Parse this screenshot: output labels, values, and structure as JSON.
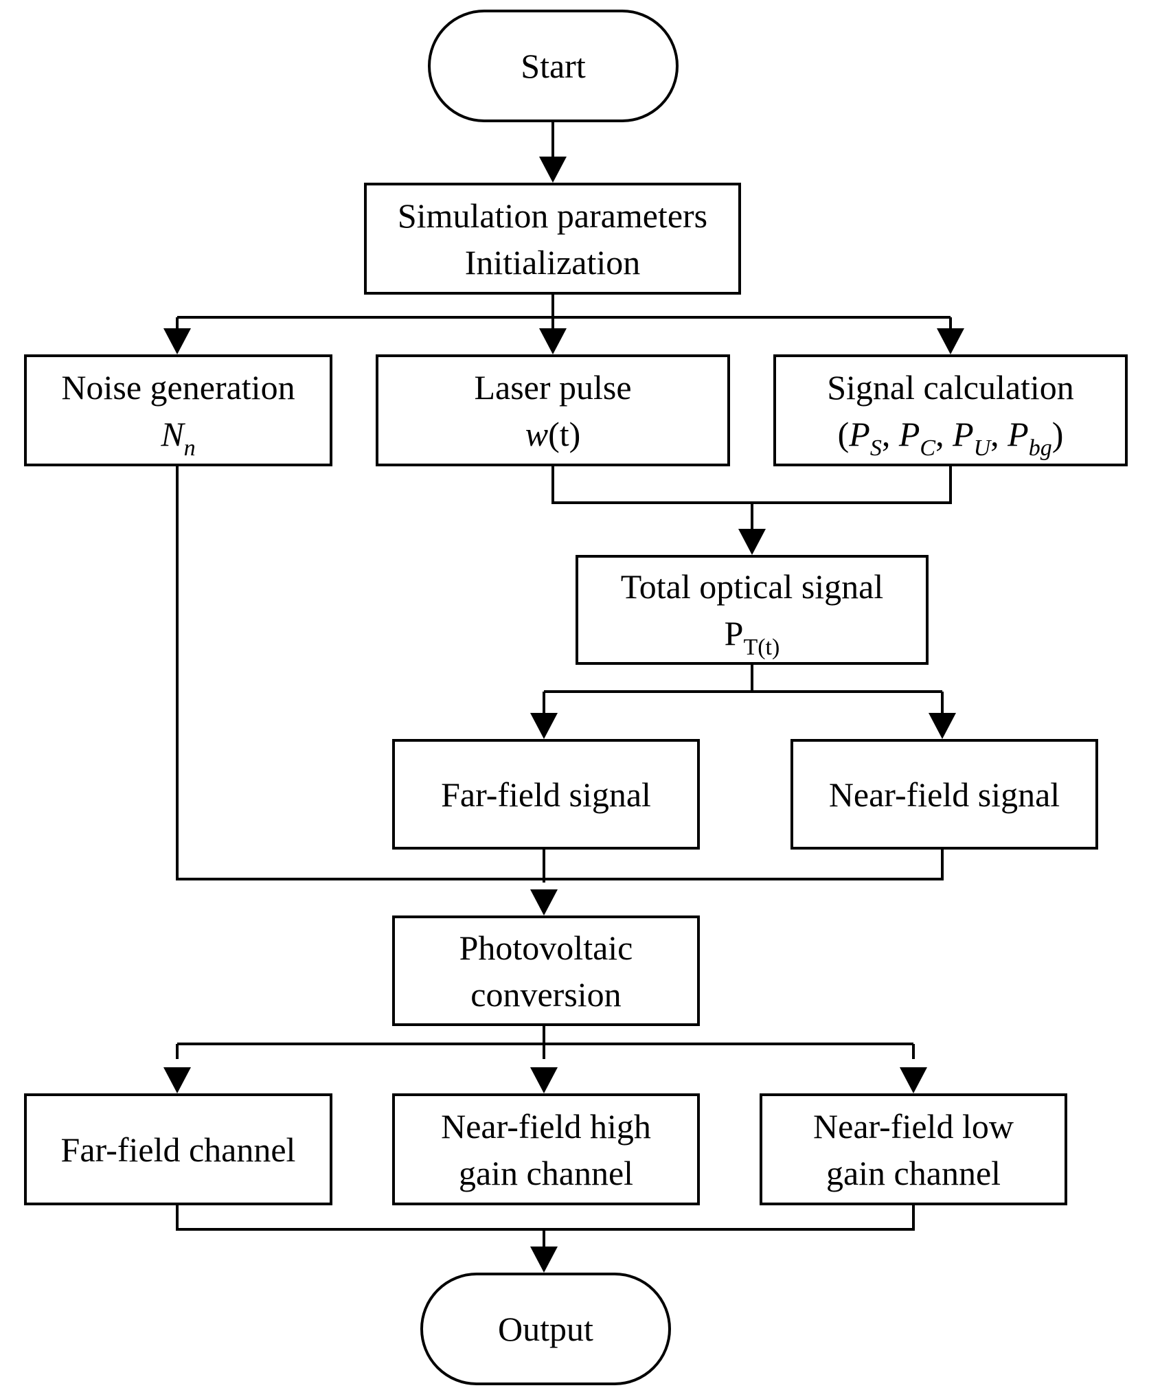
{
  "nodes": {
    "start": "Start",
    "sim_init": {
      "line1": "Simulation parameters",
      "line2": "Initialization"
    },
    "noise": {
      "title": "Noise generation",
      "sym": "N",
      "sub": "n"
    },
    "laser": {
      "title": "Laser pulse",
      "sym": "w",
      "arg": "(t)"
    },
    "signal_calc": {
      "title": "Signal calculation",
      "open": "(",
      "p1": "P",
      "s1": "S",
      "sep1": ", ",
      "p2": "P",
      "s2": "C",
      "sep2": ", ",
      "p3": "P",
      "s3": "U",
      "sep3": ", ",
      "p4": "P",
      "s4": "bg",
      "close": ")"
    },
    "total_optical": {
      "title": "Total optical signal",
      "sym": "P",
      "sub": "T(t)"
    },
    "far_field_signal": "Far-field signal",
    "near_field_signal": "Near-field signal",
    "photovoltaic": {
      "line1": "Photovoltaic",
      "line2": "conversion"
    },
    "far_field_channel": "Far-field channel",
    "nf_high_gain": {
      "line1": "Near-field high",
      "line2": "gain channel"
    },
    "nf_low_gain": {
      "line1": "Near-field low",
      "line2": "gain channel"
    },
    "output": "Output"
  },
  "colors": {
    "stroke": "#000000",
    "fill": "#ffffff"
  }
}
